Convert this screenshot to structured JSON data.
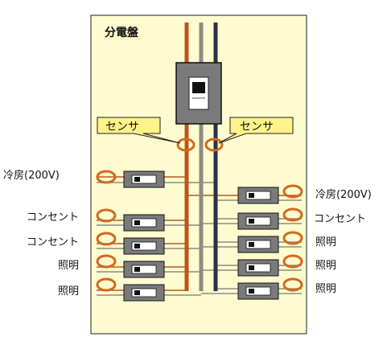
{
  "panel": {
    "title": "分電盤",
    "background_color": "#FFFBD0"
  },
  "sensors": [
    {
      "label": "センサ"
    },
    {
      "label": "センサ"
    }
  ],
  "left_circuits": [
    {
      "label": "冷房(200V)"
    },
    {
      "label": "コンセント"
    },
    {
      "label": "コンセント"
    },
    {
      "label": "照明"
    },
    {
      "label": "照明"
    }
  ],
  "right_circuits": [
    {
      "label": "冷房(200V)"
    },
    {
      "label": "コンセント"
    },
    {
      "label": "照明"
    },
    {
      "label": "照明"
    },
    {
      "label": "照明"
    }
  ],
  "colors": {
    "wire_brown": "#B8571C",
    "wire_gray": "#8C8C80",
    "wire_navy": "#2B3245",
    "callout_fill": "#FFF38A",
    "breaker_gray": "#7A7A7A",
    "ring": "#D2691E"
  }
}
